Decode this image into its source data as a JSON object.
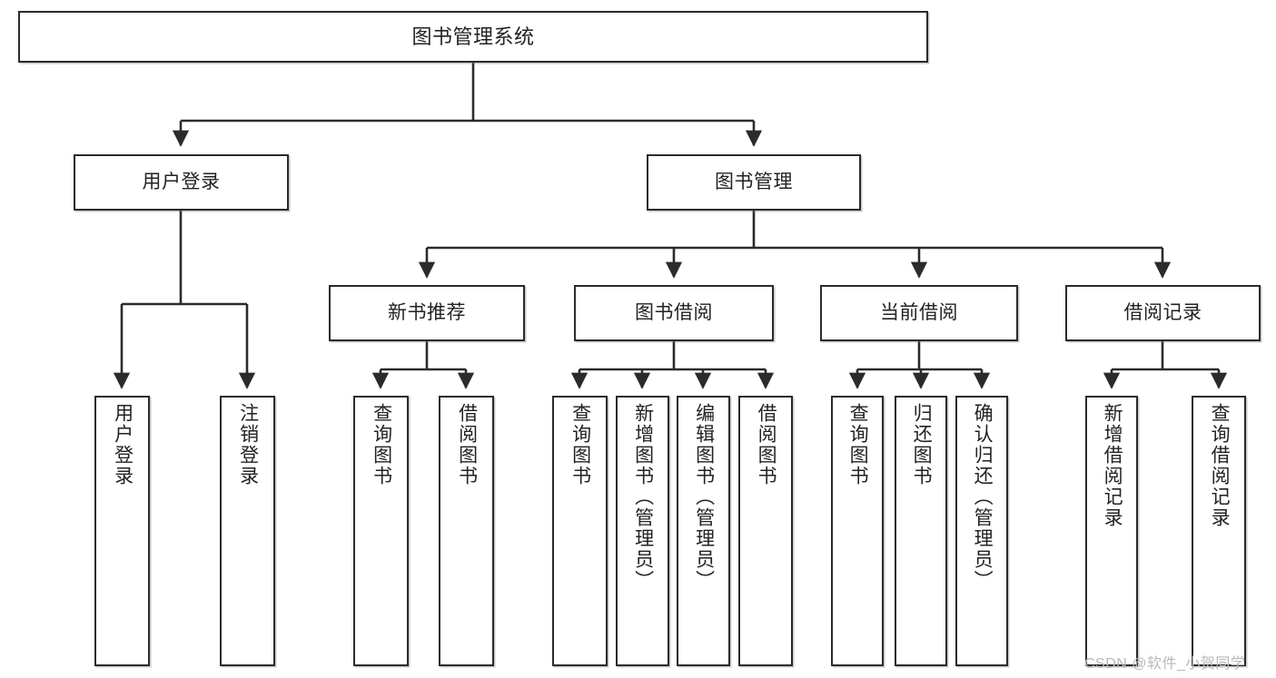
{
  "diagram": {
    "title": "图书管理系统",
    "type": "tree-hierarchy",
    "watermark": "CSDN @软件_小贺同学",
    "root": {
      "label": "图书管理系统"
    },
    "level2": [
      {
        "label": "用户登录"
      },
      {
        "label": "图书管理"
      }
    ],
    "level3": [
      {
        "label": "新书推荐"
      },
      {
        "label": "图书借阅"
      },
      {
        "label": "当前借阅"
      },
      {
        "label": "借阅记录"
      }
    ],
    "leaves": {
      "user_login": [
        {
          "label": "用户登录"
        },
        {
          "label": "注销登录"
        }
      ],
      "new_book_recommend": [
        {
          "label": "查询图书"
        },
        {
          "label": "借阅图书"
        }
      ],
      "book_borrow": [
        {
          "label": "查询图书"
        },
        {
          "label": "新增图书（管理员）"
        },
        {
          "label": "编辑图书（管理员）"
        },
        {
          "label": "借阅图书"
        }
      ],
      "current_borrow": [
        {
          "label": "查询图书"
        },
        {
          "label": "归还图书"
        },
        {
          "label": "确认归还（管理员）"
        }
      ],
      "borrow_record": [
        {
          "label": "新增借阅记录"
        },
        {
          "label": "查询借阅记录"
        }
      ]
    },
    "colors": {
      "stroke": "#2b2b2b",
      "fill": "#ffffff",
      "text": "#222222",
      "watermark": "#b9b9b9"
    }
  }
}
